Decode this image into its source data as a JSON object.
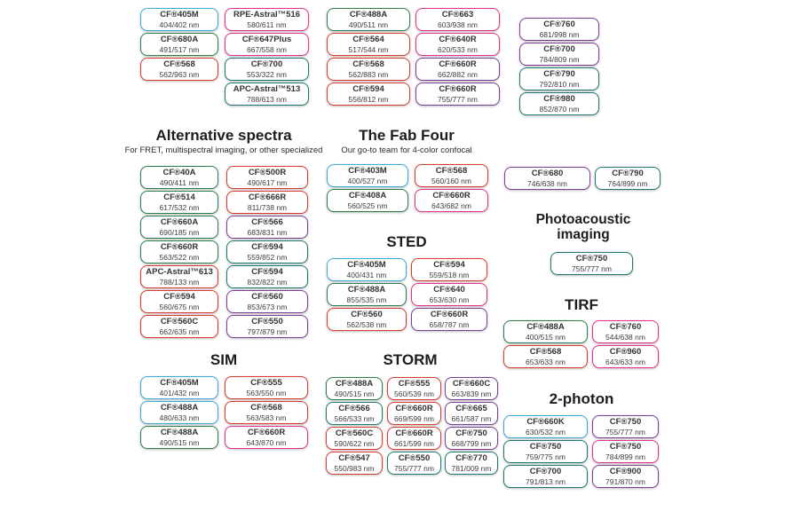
{
  "colors": {
    "blue": "#3FA9DC",
    "green": "#2E7D4E",
    "teal": "#1D7A6F",
    "red": "#D93A31",
    "pink": "#E6318A",
    "purple": "#7E3F97"
  },
  "sections": [
    {
      "id": "top",
      "columns": [
        {
          "boxes": [
            {
              "name": "CF®405M",
              "nm": "404/402 nm",
              "color": "blue"
            },
            {
              "name": "CF®680A",
              "nm": "491/517 nm",
              "color": "green"
            },
            {
              "name": "CF®568",
              "nm": "562/963 nm",
              "color": "red"
            }
          ]
        },
        {
          "boxes": [
            {
              "name": "RPE-Astral™516",
              "nm": "580/611 nm",
              "color": "pink"
            },
            {
              "name": "CF®647Plus",
              "nm": "667/558 nm",
              "color": "pink"
            },
            {
              "name": "CF®700",
              "nm": "553/322 nm",
              "color": "teal"
            },
            {
              "name": "APC-Astral™513",
              "nm": "788/613 nm",
              "color": "teal"
            }
          ]
        },
        {
          "boxes": [
            {
              "name": "CF®488A",
              "nm": "490/511 nm",
              "color": "green"
            },
            {
              "name": "CF®564",
              "nm": "517/544 nm",
              "color": "red"
            },
            {
              "name": "CF®568",
              "nm": "562/883 nm",
              "color": "red"
            },
            {
              "name": "CF®594",
              "nm": "556/812 nm",
              "color": "red"
            }
          ]
        },
        {
          "boxes": [
            {
              "name": "CF®663",
              "nm": "603/938 nm",
              "color": "pink"
            },
            {
              "name": "CF®640R",
              "nm": "620/533 nm",
              "color": "pink"
            },
            {
              "name": "CF®660R",
              "nm": "662/882 nm",
              "color": "purple"
            },
            {
              "name": "CF®660R",
              "nm": "755/777 nm",
              "color": "purple"
            }
          ]
        },
        {
          "boxes": [
            {
              "name": "CF®760",
              "nm": "681/998 nm",
              "color": "purple"
            },
            {
              "name": "CF®700",
              "nm": "784/809 nm",
              "color": "purple"
            },
            {
              "name": "CF®790",
              "nm": "792/810 nm",
              "color": "teal"
            },
            {
              "name": "CF®980",
              "nm": "852/870 nm",
              "color": "teal"
            }
          ]
        }
      ]
    },
    {
      "id": "alt",
      "heading": "Alternative spectra",
      "subheading": "For FRET, multispectral imaging, or other specialized",
      "columns": [
        {
          "boxes": [
            {
              "name": "CF®40A",
              "nm": "490/411 nm",
              "color": "green"
            },
            {
              "name": "CF®514",
              "nm": "617/532 nm",
              "color": "green"
            },
            {
              "name": "CF®660A",
              "nm": "690/185 nm",
              "color": "green"
            },
            {
              "name": "CF®660R",
              "nm": "563/522 nm",
              "color": "green"
            },
            {
              "name": "APC-Astral™613",
              "nm": "788/133 nm",
              "color": "red"
            },
            {
              "name": "CF®594",
              "nm": "560/675 nm",
              "color": "red"
            },
            {
              "name": "CF®560C",
              "nm": "662/635 nm",
              "color": "red"
            }
          ]
        },
        {
          "boxes": [
            {
              "name": "CF®500R",
              "nm": "490/617 nm",
              "color": "red"
            },
            {
              "name": "CF®666R",
              "nm": "811/738 nm",
              "color": "red"
            },
            {
              "name": "CF®566",
              "nm": "683/831 nm",
              "color": "purple"
            },
            {
              "name": "CF®594",
              "nm": "559/852 nm",
              "color": "teal"
            },
            {
              "name": "CF®594",
              "nm": "832/822 nm",
              "color": "teal"
            },
            {
              "name": "CF®560",
              "nm": "853/673 nm",
              "color": "purple"
            },
            {
              "name": "CF®550",
              "nm": "797/879 nm",
              "color": "purple"
            }
          ]
        }
      ]
    },
    {
      "id": "fab",
      "heading": "The Fab Four",
      "subheading": "Our go-to team for 4-color confocal",
      "columns": [
        {
          "boxes": [
            {
              "name": "CF®403M",
              "nm": "400/527 nm",
              "color": "blue"
            },
            {
              "name": "CF®408A",
              "nm": "560/525 nm",
              "color": "green"
            }
          ]
        },
        {
          "boxes": [
            {
              "name": "CF®568",
              "nm": "560/160 nm",
              "color": "red"
            },
            {
              "name": "CF®660R",
              "nm": "643/682 nm",
              "color": "pink"
            }
          ]
        }
      ]
    },
    {
      "id": "sted",
      "heading": "STED",
      "columns": [
        {
          "boxes": [
            {
              "name": "CF®405M",
              "nm": "400/431 nm",
              "color": "blue"
            },
            {
              "name": "CF®488A",
              "nm": "855/535 nm",
              "color": "green"
            },
            {
              "name": "CF®560",
              "nm": "562/538 nm",
              "color": "red"
            }
          ]
        },
        {
          "boxes": [
            {
              "name": "CF®594",
              "nm": "559/518 nm",
              "color": "red"
            },
            {
              "name": "CF®640",
              "nm": "653/630 nm",
              "color": "pink"
            },
            {
              "name": "CF®660R",
              "nm": "658/787 nm",
              "color": "purple"
            }
          ]
        }
      ]
    },
    {
      "id": "sim",
      "heading": "SIM",
      "columns": [
        {
          "boxes": [
            {
              "name": "CF®405M",
              "nm": "401/432 nm",
              "color": "blue"
            },
            {
              "name": "CF®488A",
              "nm": "480/633 nm",
              "color": "blue"
            },
            {
              "name": "CF®488A",
              "nm": "490/515 nm",
              "color": "green"
            }
          ]
        },
        {
          "boxes": [
            {
              "name": "CF®555",
              "nm": "563/550 nm",
              "color": "red"
            },
            {
              "name": "CF®568",
              "nm": "563/583 nm",
              "color": "red"
            },
            {
              "name": "CF®660R",
              "nm": "643/870 nm",
              "color": "pink"
            }
          ]
        }
      ]
    },
    {
      "id": "storm",
      "heading": "STORM",
      "columns": [
        {
          "boxes": [
            {
              "name": "CF®488A",
              "nm": "490/515 nm",
              "color": "green"
            },
            {
              "name": "CF®566",
              "nm": "566/533 nm",
              "color": "teal"
            },
            {
              "name": "CF®560C",
              "nm": "590/622 nm",
              "color": "red"
            },
            {
              "name": "CF®547",
              "nm": "550/983 nm",
              "color": "red"
            }
          ]
        },
        {
          "boxes": [
            {
              "name": "CF®555",
              "nm": "560/539 nm",
              "color": "red"
            },
            {
              "name": "CF®660R",
              "nm": "669/599 nm",
              "color": "red"
            },
            {
              "name": "CF®660R",
              "nm": "661/599 nm",
              "color": "red"
            },
            {
              "name": "CF®550",
              "nm": "755/777 nm",
              "color": "teal"
            }
          ]
        },
        {
          "boxes": [
            {
              "name": "CF®660C",
              "nm": "663/839 nm",
              "color": "purple"
            },
            {
              "name": "CF®665",
              "nm": "661/587 nm",
              "color": "purple"
            },
            {
              "name": "CF®750",
              "nm": "668/799 nm",
              "color": "purple"
            },
            {
              "name": "CF®770",
              "nm": "781/009 nm",
              "color": "teal"
            }
          ]
        }
      ]
    },
    {
      "id": "pair",
      "columns": [
        {
          "boxes": [
            {
              "name": "CF®680",
              "nm": "746/638 nm",
              "color": "purple"
            }
          ]
        },
        {
          "boxes": [
            {
              "name": "CF®790",
              "nm": "764/899 nm",
              "color": "teal"
            }
          ]
        }
      ]
    },
    {
      "id": "photo",
      "heading": "Photoacoustic imaging",
      "heading_wrap": true,
      "columns": [
        {
          "boxes": [
            {
              "name": "CF®750",
              "nm": "755/777 nm",
              "color": "teal"
            }
          ]
        }
      ]
    },
    {
      "id": "tirf",
      "heading": "TIRF",
      "columns": [
        {
          "boxes": [
            {
              "name": "CF®488A",
              "nm": "400/515 nm",
              "color": "green"
            },
            {
              "name": "CF®568",
              "nm": "653/633 nm",
              "color": "red"
            }
          ]
        },
        {
          "boxes": [
            {
              "name": "CF®760",
              "nm": "544/638 nm",
              "color": "pink"
            },
            {
              "name": "CF®960",
              "nm": "643/633 nm",
              "color": "pink"
            }
          ]
        }
      ]
    },
    {
      "id": "twophoton",
      "heading": "2-photon",
      "columns": [
        {
          "boxes": [
            {
              "name": "CF®660K",
              "nm": "630/532 nm",
              "color": "blue"
            },
            {
              "name": "CF®750",
              "nm": "759/775 nm",
              "color": "teal"
            },
            {
              "name": "CF®700",
              "nm": "791/813 nm",
              "color": "teal"
            }
          ]
        },
        {
          "boxes": [
            {
              "name": "CF®750",
              "nm": "755/777 nm",
              "color": "purple"
            },
            {
              "name": "CF®750",
              "nm": "784/899 nm",
              "color": "pink"
            },
            {
              "name": "CF®900",
              "nm": "791/870 nm",
              "color": "purple"
            }
          ]
        }
      ]
    }
  ]
}
